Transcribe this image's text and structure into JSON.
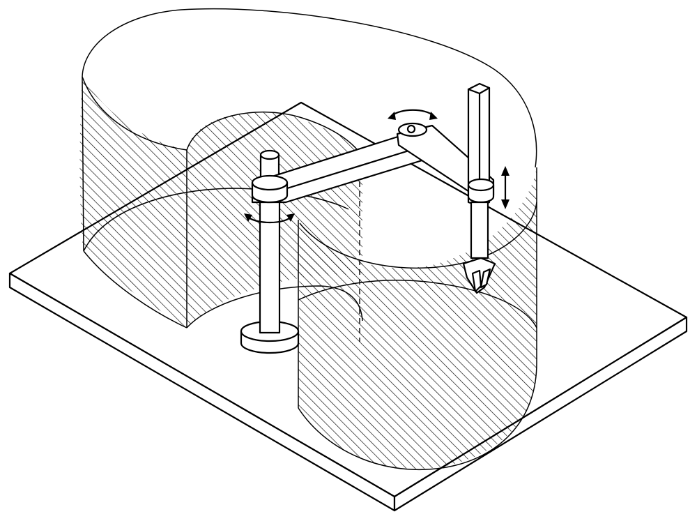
{
  "figure": {
    "colors": {
      "line": "#000000",
      "background": "#ffffff",
      "hatch": "#000000"
    },
    "components": [
      {
        "name": "base-plate"
      },
      {
        "name": "work-envelope"
      },
      {
        "name": "base-column"
      },
      {
        "name": "inner-arm"
      },
      {
        "name": "outer-arm"
      },
      {
        "name": "vertical-spindle"
      },
      {
        "name": "gripper"
      }
    ],
    "motion_indicators": [
      {
        "name": "base-rotation-arrow",
        "kind": "rotation"
      },
      {
        "name": "elbow-rotation-arrow",
        "kind": "rotation"
      },
      {
        "name": "vertical-travel-arrow",
        "kind": "linear"
      }
    ]
  }
}
